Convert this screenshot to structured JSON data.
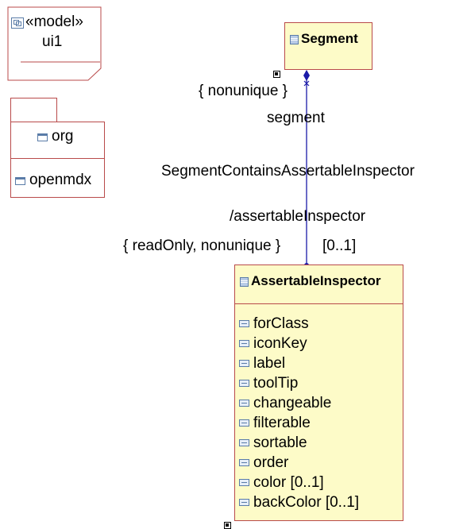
{
  "model": {
    "stereotype": "«model»",
    "name": "ui1"
  },
  "package": {
    "name": "org",
    "child": "openmdx"
  },
  "segment": {
    "name": "Segment"
  },
  "association": {
    "source_multiplicity": "{ nonunique }",
    "source_role": "segment",
    "name": "SegmentContainsAssertableInspector",
    "target_role": "/assertableInspector",
    "target_constraint": "{ readOnly, nonunique }",
    "target_multiplicity": "[0..1]"
  },
  "inspector": {
    "name": "AssertableInspector",
    "attributes": [
      "forClass",
      "iconKey",
      "label",
      "toolTip",
      "changeable",
      "filterable",
      "sortable",
      "order",
      "color [0..1]",
      "backColor [0..1]"
    ]
  },
  "colors": {
    "border": "#b94a4a",
    "class_fill": "#fdfbc8",
    "association": "#1a1aa8"
  }
}
